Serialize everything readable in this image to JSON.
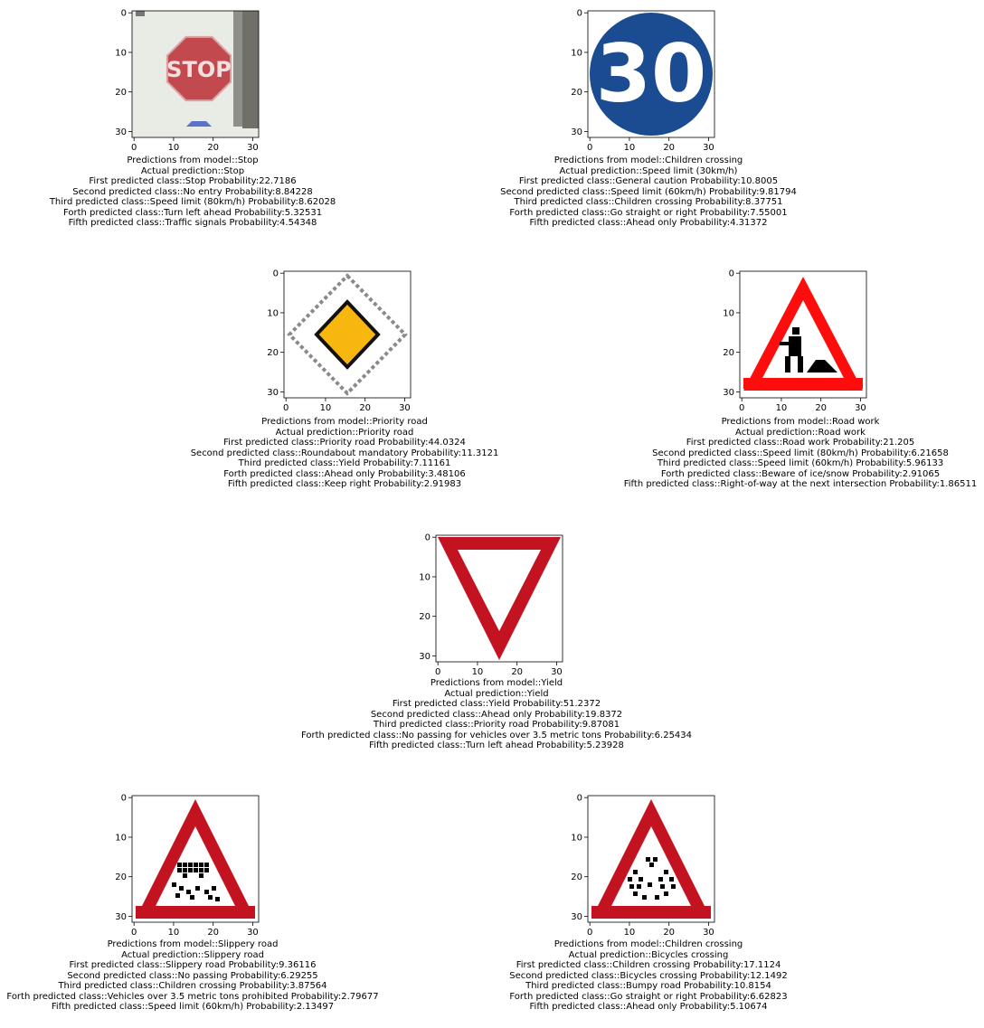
{
  "axis_ticks": {
    "x": [
      "0",
      "10",
      "20",
      "30"
    ],
    "y": [
      "0",
      "10",
      "20",
      "30"
    ]
  },
  "panels": [
    {
      "sign": "stop",
      "sign_text": "STOP",
      "lines": [
        "Predictions from model::Stop",
        "Actual prediction::Stop",
        "First predicted class::Stop Probability:22.7186",
        "Second predicted class::No entry Probability:8.84228",
        "Third predicted class::Speed limit (80km/h) Probability:8.62028",
        "Forth predicted class::Turn left ahead Probability:5.32531",
        "Fifth predicted class::Traffic signals Probability:4.54348"
      ]
    },
    {
      "sign": "min-speed-30",
      "sign_text": "30",
      "lines": [
        "Predictions from model::Children crossing",
        "Actual prediction::Speed limit (30km/h)",
        "First predicted class::General caution Probability:10.8005",
        "Second predicted class::Speed limit (60km/h) Probability:9.81794",
        "Third predicted class::Children crossing Probability:8.37751",
        "Forth predicted class::Go straight or right Probability:7.55001",
        "Fifth predicted class::Ahead only Probability:4.31372"
      ]
    },
    {
      "sign": "priority-road",
      "lines": [
        "Predictions from model::Priority road",
        "Actual prediction::Priority road",
        "First predicted class::Priority road Probability:44.0324",
        "Second predicted class::Roundabout mandatory Probability:11.3121",
        "Third predicted class::Yield Probability:7.11161",
        "Forth predicted class::Ahead only Probability:3.48106",
        "Fifth predicted class::Keep right Probability:2.91983"
      ]
    },
    {
      "sign": "road-work",
      "lines": [
        "Predictions from model::Road work",
        "Actual prediction::Road work",
        "First predicted class::Road work Probability:21.205",
        "Second predicted class::Speed limit (80km/h) Probability:6.21658",
        "Third predicted class::Speed limit (60km/h) Probability:5.96133",
        "Forth predicted class::Beware of ice/snow Probability:2.91065",
        "Fifth predicted class::Right-of-way at the next intersection Probability:1.86511"
      ]
    },
    {
      "sign": "yield",
      "lines": [
        "Predictions from model::Yield",
        "Actual prediction::Yield",
        "First predicted class::Yield Probability:51.2372",
        "Second predicted class::Ahead only Probability:19.8372",
        "Third predicted class::Priority road Probability:9.87081",
        "Forth predicted class::No passing for vehicles over 3.5 metric tons Probability:6.25434",
        "Fifth predicted class::Turn left ahead Probability:5.23928"
      ]
    },
    {
      "sign": "slippery-road",
      "lines": [
        "Predictions from model::Slippery road",
        "Actual prediction::Slippery road",
        "First predicted class::Slippery road Probability:9.36116",
        "Second predicted class::No passing Probability:6.29255",
        "Third predicted class::Children crossing Probability:3.87564",
        "Forth predicted class::Vehicles over 3.5 metric tons prohibited Probability:2.79677",
        "Fifth predicted class::Speed limit (60km/h) Probability:2.13497"
      ]
    },
    {
      "sign": "bicycles-crossing",
      "lines": [
        "Predictions from model::Children crossing",
        "Actual prediction::Bicycles crossing",
        "First predicted class::Children crossing Probability:17.1124",
        "Second predicted class::Bicycles crossing Probability:12.1492",
        "Third predicted class::Bumpy road Probability:10.8154",
        "Forth predicted class::Go straight or right Probability:6.62823",
        "Fifth predicted class::Ahead only Probability:5.10674"
      ]
    }
  ]
}
